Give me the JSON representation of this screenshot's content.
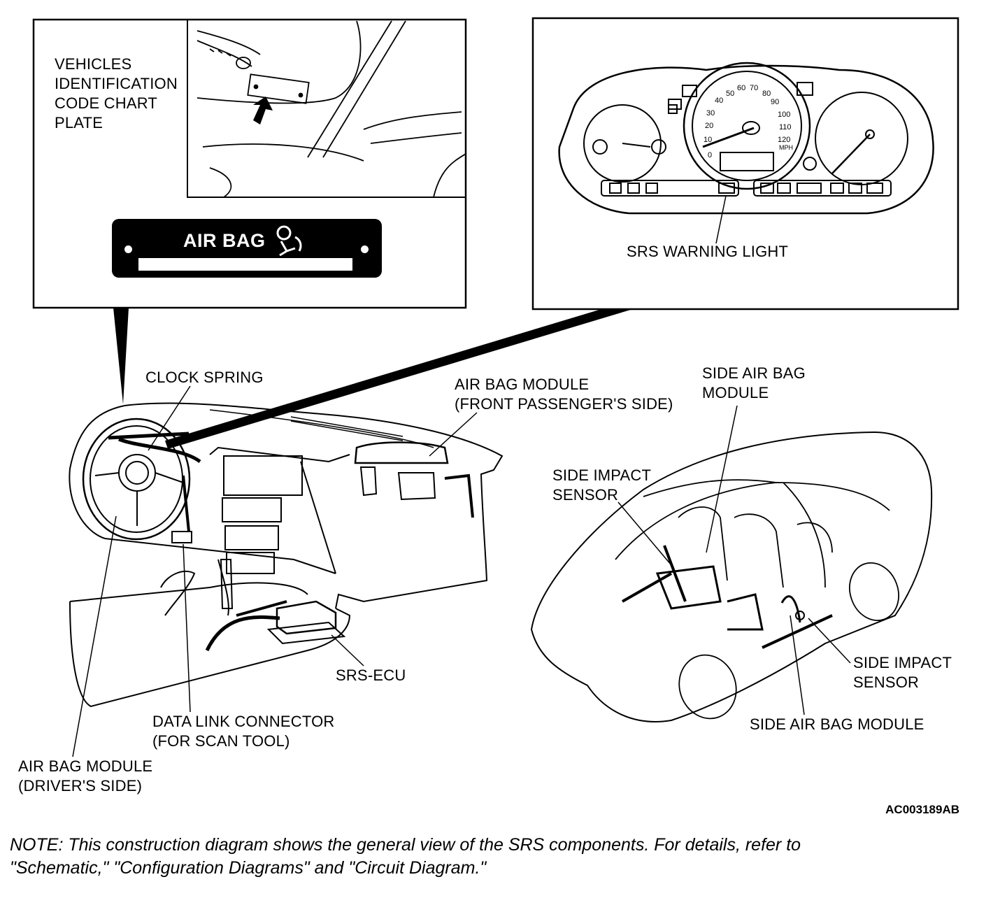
{
  "callouts": {
    "vehicles_plate": "VEHICLES\nIDENTIFICATION\nCODE CHART\nPLATE",
    "plate_label": "AIR BAG",
    "srs_warning_light": "SRS WARNING LIGHT",
    "clock_spring": "CLOCK SPRING",
    "airbag_front_passenger": "AIR BAG MODULE\n(FRONT PASSENGER'S SIDE)",
    "side_airbag_module_top": "SIDE AIR BAG\nMODULE",
    "side_impact_sensor_left": "SIDE IMPACT\nSENSOR",
    "side_impact_sensor_right": "SIDE IMPACT\nSENSOR",
    "side_airbag_module_bottom": "SIDE AIR BAG MODULE",
    "srs_ecu": "SRS-ECU",
    "data_link_connector": "DATA LINK CONNECTOR\n(FOR SCAN TOOL)",
    "airbag_driver": "AIR BAG MODULE\n(DRIVER'S SIDE)"
  },
  "speedometer": {
    "km_ticks": [
      "0",
      "10",
      "20",
      "30",
      "40",
      "50",
      "60",
      "70",
      "80",
      "90",
      "100",
      "110",
      "120"
    ],
    "unit": "MPH"
  },
  "figure_code": "AC003189AB",
  "note": "NOTE: This construction diagram shows the general view of the SRS components. For details, refer to\n\"Schematic,\" \"Configuration Diagrams\" and \"Circuit Diagram.\""
}
